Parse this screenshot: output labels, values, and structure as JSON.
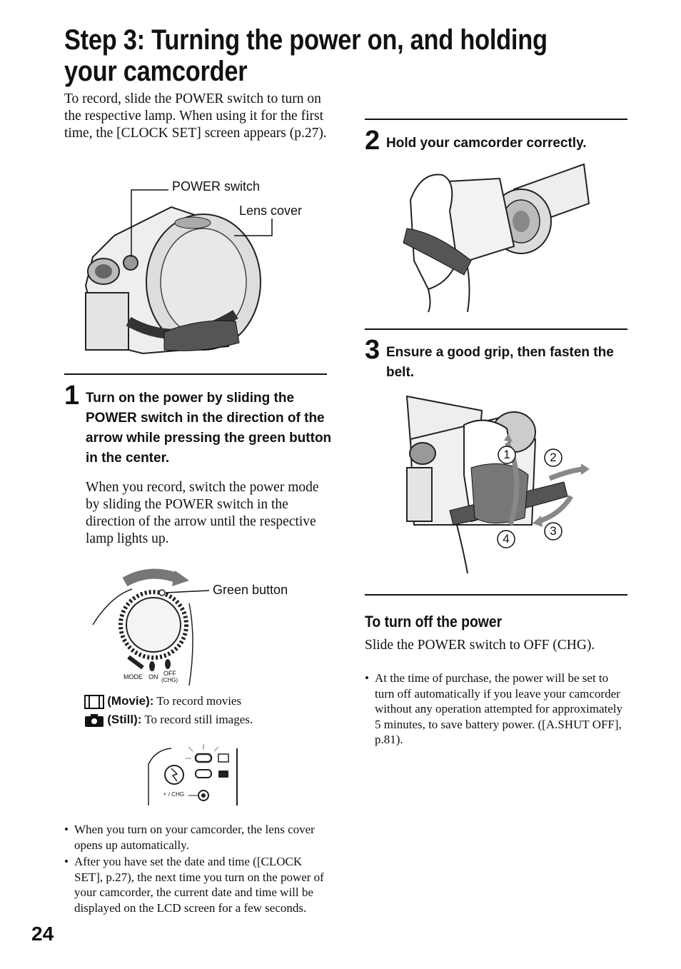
{
  "title": "Step 3: Turning the power on, and holding your camcorder",
  "intro": "To record, slide the POWER switch to turn on the respective lamp. When using it for the first time, the [CLOCK SET] screen appears (p.27).",
  "figure1": {
    "power_switch": "POWER switch",
    "lens_cover": "Lens cover"
  },
  "step1": {
    "num": "1",
    "heading": "Turn on the power by sliding the POWER switch in the direction of the arrow while pressing the green button in the center.",
    "body": "When you record, switch the power mode by sliding the POWER switch in the direction of the arrow until the respective lamp lights up."
  },
  "figure2": {
    "green_button": "Green button",
    "mode": "MODE",
    "on": "ON",
    "off": "OFF",
    "chg": "(CHG)"
  },
  "modes": {
    "movie_label": "(Movie):",
    "movie_text": "To record movies",
    "still_label": "(Still):",
    "still_text": "To record still images."
  },
  "figure3": {
    "flash_chg": "⚡ / CHG"
  },
  "notes_left": [
    "When you turn on your camcorder, the lens cover opens up automatically.",
    "After you have set the date and time ([CLOCK SET], p.27), the next time you turn on the power of your camcorder, the current date and time will be displayed on the LCD screen for a few seconds."
  ],
  "step2": {
    "num": "2",
    "heading": "Hold your camcorder correctly."
  },
  "step3": {
    "num": "3",
    "heading": "Ensure a good grip, then fasten the belt.",
    "callouts": [
      "1",
      "2",
      "3",
      "4"
    ]
  },
  "turn_off": {
    "heading": "To turn off the power",
    "text": "Slide the POWER switch to OFF (CHG).",
    "note": "At the time of purchase, the power will be set to turn off automatically if you leave your camcorder without any operation attempted for approximately 5 minutes, to save battery power. ([A.SHUT OFF], p.81)."
  },
  "page_number": "24"
}
